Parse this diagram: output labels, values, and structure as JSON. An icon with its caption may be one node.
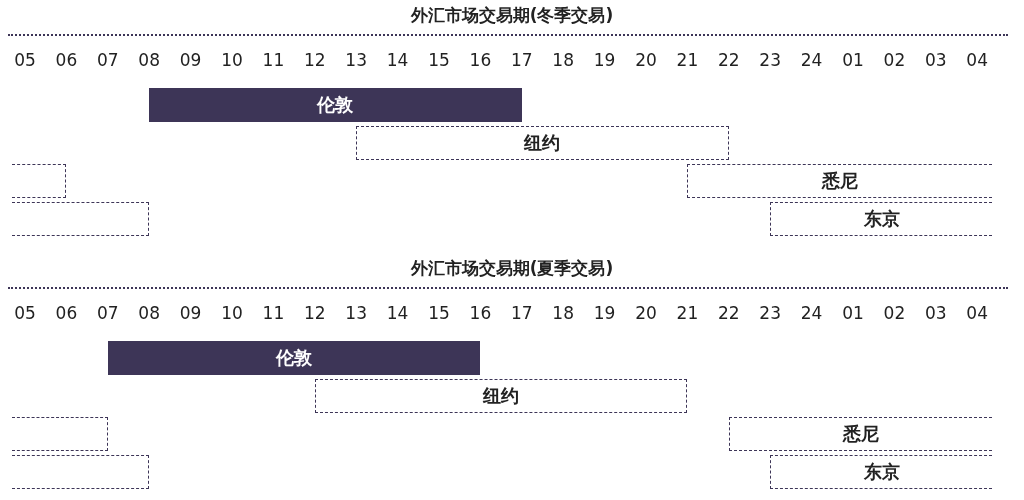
{
  "diagram": {
    "nodes": [
      {
        "text": [
          "伦敦"
        ]
      },
      {
        "text": [
          "纽约"
        ]
      },
      {
        "text": [],
        "shape": "box"
      },
      {
        "text": [
          "悉尼"
        ]
      },
      {
        "text": [],
        "shape": "box"
      },
      {
        "text": [
          "东京"
        ]
      },
      {
        "text": [
          "伦敦"
        ]
      },
      {
        "text": [
          "纽约"
        ]
      },
      {
        "text": [],
        "shape": "box"
      },
      {
        "text": [
          "悉尼"
        ]
      },
      {
        "text": [],
        "shape": "box"
      },
      {
        "text": [
          "东京"
        ]
      }
    ],
    "edges": [],
    "labels": [
      "外汇市场交易期(冬季交易)",
      "05",
      "06",
      "07",
      "08",
      "09",
      "10",
      "11",
      "12",
      "13",
      "14",
      "15",
      "16",
      "17",
      "18",
      "19",
      "20",
      "21",
      "22",
      "23",
      "24",
      "01",
      "02",
      "03",
      "04",
      "外汇市场交易期(夏季交易)",
      "05",
      "06",
      "07",
      "08",
      "09",
      "10",
      "11",
      "12",
      "13",
      "14",
      "15",
      "16",
      "17",
      "18",
      "19",
      "20",
      "21",
      "22",
      "23",
      "24",
      "01",
      "02",
      "03",
      "04"
    ]
  }
}
